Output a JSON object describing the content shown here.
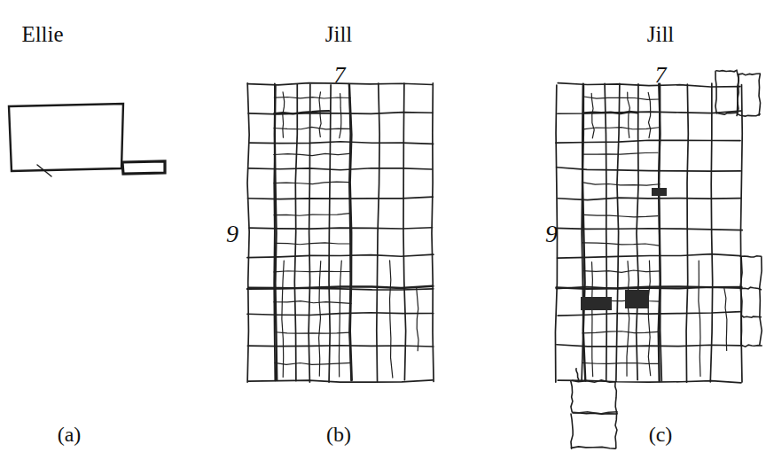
{
  "diagram": {
    "labels": [
      "Ellie",
      "Jill",
      "Jill",
      "7",
      "7",
      "9",
      "9",
      "(a)",
      "(b)",
      "(c)"
    ]
  }
}
